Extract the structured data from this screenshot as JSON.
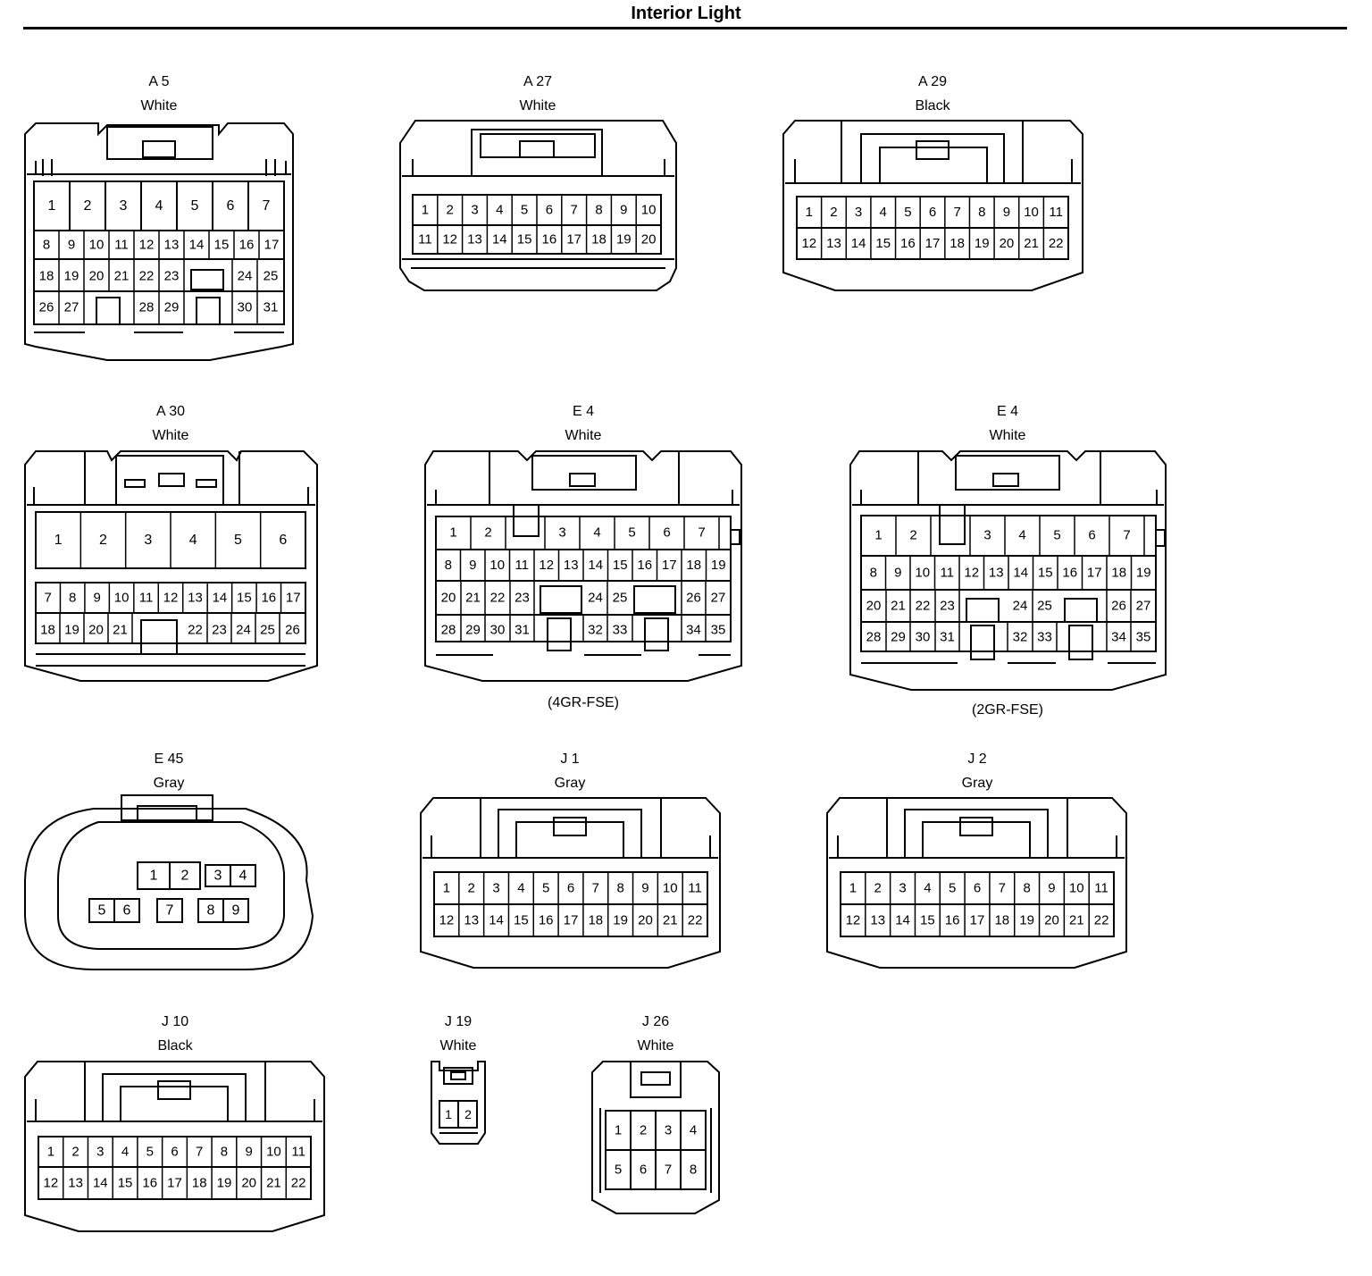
{
  "page": {
    "title": "Interior Light"
  },
  "connectors": [
    {
      "id": "A 5",
      "color": "White"
    },
    {
      "id": "A 27",
      "color": "White"
    },
    {
      "id": "A 29",
      "color": "Black"
    },
    {
      "id": "A 30",
      "color": "White"
    },
    {
      "id": "E 4",
      "color": "White",
      "variant": "(4GR-FSE)"
    },
    {
      "id": "E 4",
      "color": "White",
      "variant": "(2GR-FSE)"
    },
    {
      "id": "E 45",
      "color": "Gray"
    },
    {
      "id": "J 1",
      "color": "Gray"
    },
    {
      "id": "J 2",
      "color": "Gray"
    },
    {
      "id": "J 10",
      "color": "Black"
    },
    {
      "id": "J 19",
      "color": "White"
    },
    {
      "id": "J 26",
      "color": "White"
    }
  ]
}
